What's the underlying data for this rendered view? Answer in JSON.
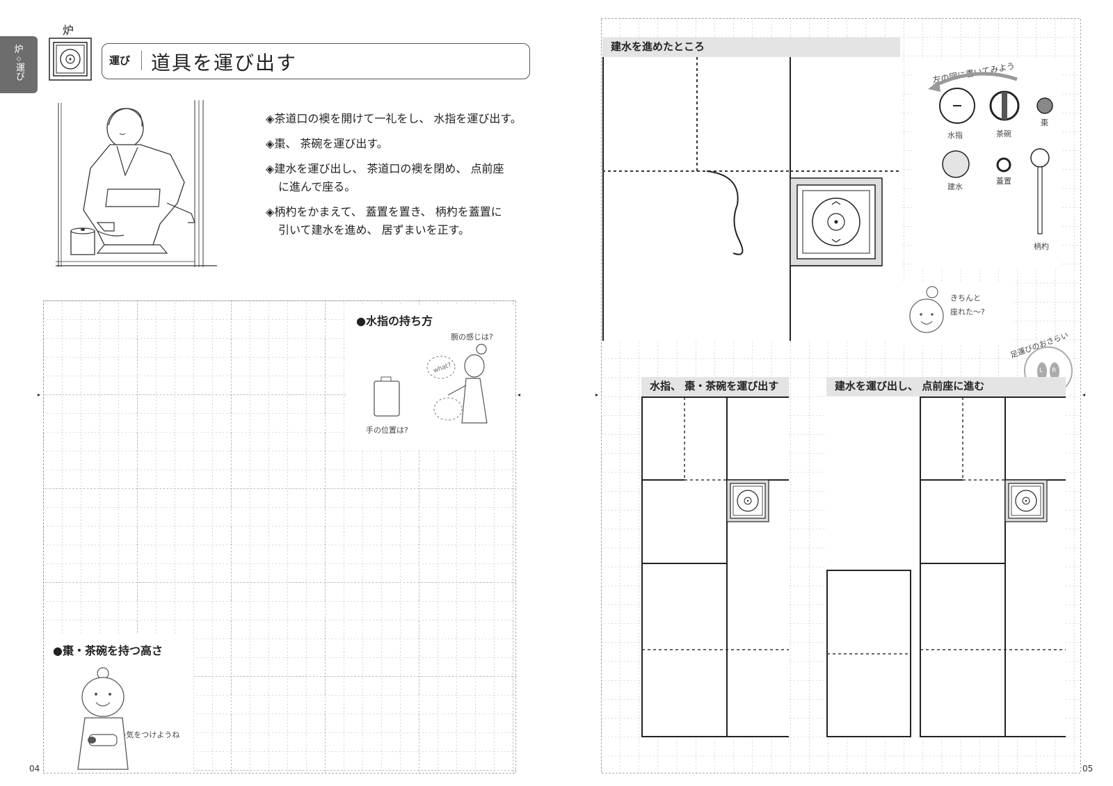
{
  "side_tab": {
    "line1": "炉",
    "line2": "◇",
    "line3": "運び"
  },
  "header": {
    "ro_label": "炉",
    "category": "運び",
    "title": "道具を運び出す"
  },
  "instructions": [
    {
      "marker": "◈",
      "text": "茶道口の襖を開けて一礼をし、 水指を運び出す。"
    },
    {
      "marker": "◈",
      "text": "棗、 茶碗を運び出す。"
    },
    {
      "marker": "◈",
      "text": "建水を運び出し、 茶道口の襖を閉め、 点前座",
      "cont": "に進んで座る。"
    },
    {
      "marker": "◈",
      "text": "柄杓をかまえて、 蓋置を置き、 柄杓を蓋置に",
      "cont": "引いて建水を進め、 居ずまいを正す。"
    }
  ],
  "left_page": {
    "mizusashi_section": {
      "title": "●水指の持ち方",
      "note1": "腕の感じは?",
      "note2": "手の位置は?"
    },
    "natsume_section": {
      "title": "●棗・茶碗を持つ高さ",
      "note": "←気をつけようね"
    },
    "page_number": "04"
  },
  "right_page": {
    "top_section": {
      "title": "建水を進めたところ"
    },
    "legend": {
      "title": "左の図に書いてみよう",
      "items": [
        {
          "label": "水指",
          "icon": "mizusashi-icon"
        },
        {
          "label": "茶碗",
          "icon": "chawan-icon"
        },
        {
          "label": "棗",
          "icon": "natsume-icon"
        },
        {
          "label": "建水",
          "icon": "kensui-icon"
        },
        {
          "label": "蓋置",
          "icon": "futaoki-icon"
        },
        {
          "label": "柄杓",
          "icon": "hishaku-icon"
        }
      ]
    },
    "girl_note": {
      "line1": "きちんと",
      "line2": "座れた〜?"
    },
    "footwork": {
      "label": "足運びのおさらい",
      "left": "L",
      "right": "R"
    },
    "bottom_left": {
      "title": "水指、 棗・茶碗を運び出す"
    },
    "bottom_right": {
      "title": "建水を運び出し、 点前座に進む"
    },
    "page_number": "05"
  }
}
